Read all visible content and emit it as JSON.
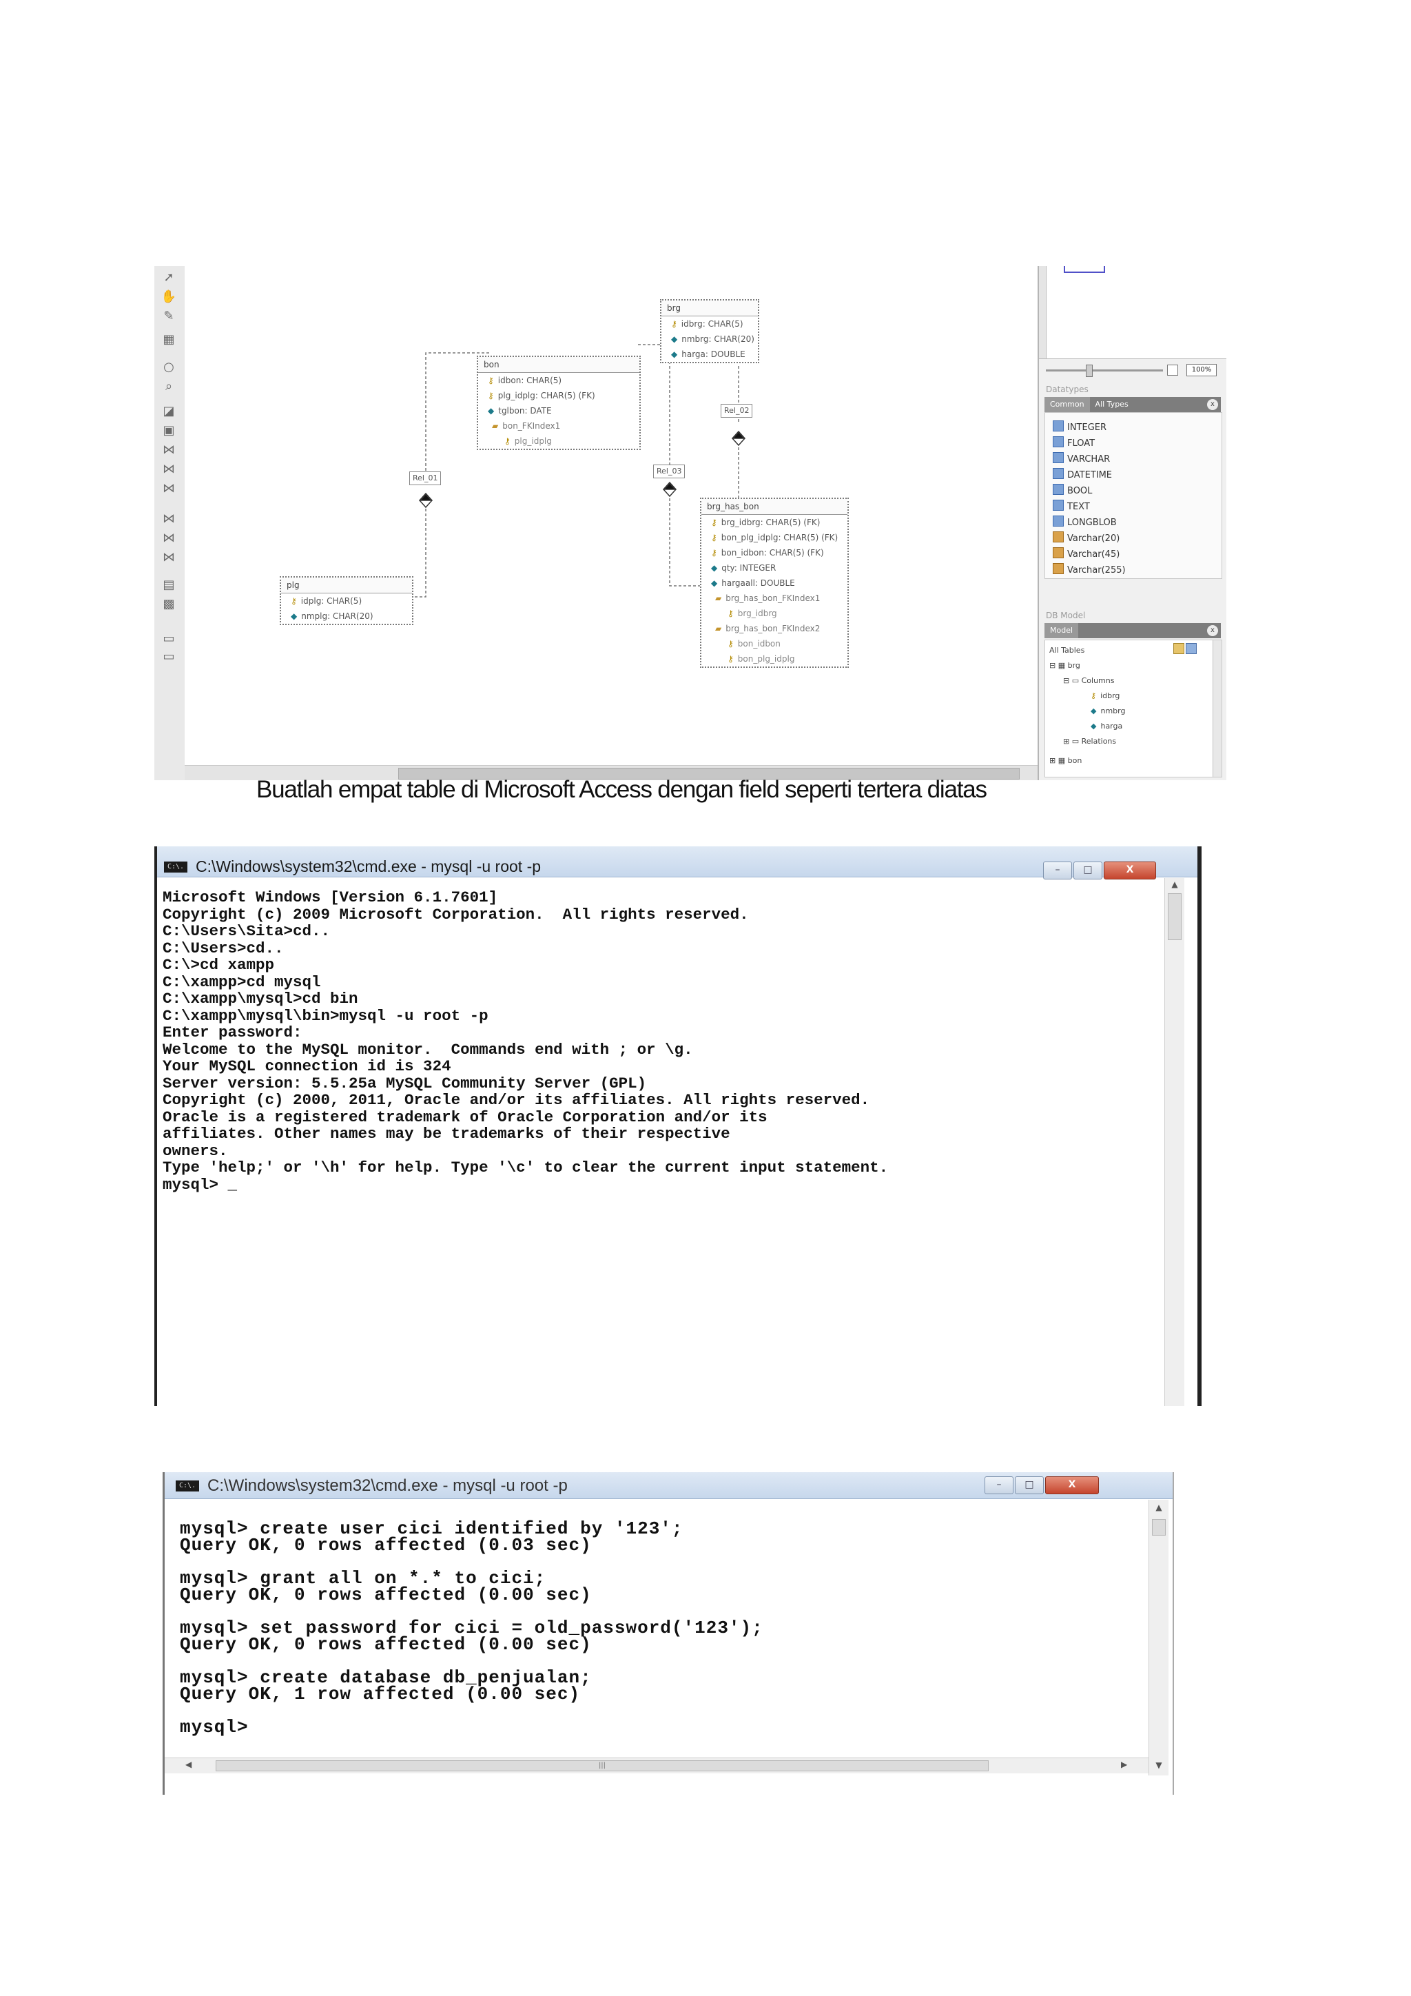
{
  "erd": {
    "entities": {
      "bon": {
        "name": "bon",
        "rows": [
          "idbon: CHAR(5)",
          "plg_idplg: CHAR(5) (FK)",
          "tglbon: DATE"
        ],
        "index": "bon_FKIndex1",
        "index_cols": [
          "plg_idplg"
        ]
      },
      "brg": {
        "name": "brg",
        "rows": [
          "idbrg: CHAR(5)",
          "nmbrg: CHAR(20)",
          "harga: DOUBLE"
        ]
      },
      "plg": {
        "name": "plg",
        "rows": [
          "idplg: CHAR(5)",
          "nmplg: CHAR(20)"
        ]
      },
      "brg_has_bon": {
        "name": "brg_has_bon",
        "rows": [
          "brg_idbrg: CHAR(5) (FK)",
          "bon_plg_idplg: CHAR(5) (FK)",
          "bon_idbon: CHAR(5) (FK)",
          "qty: INTEGER",
          "hargaall: DOUBLE"
        ],
        "index1": "brg_has_bon_FKIndex1",
        "index1_cols": [
          "brg_idbrg"
        ],
        "index2": "brg_has_bon_FKIndex2",
        "index2_cols": [
          "bon_idbon",
          "bon_plg_idplg"
        ]
      }
    },
    "relations": [
      "Rel_01",
      "Rel_02",
      "Rel_03"
    ],
    "panel": {
      "zoom": "100%",
      "datatypes_title": "Datatypes",
      "datatypes_tabs": [
        "Common",
        "All Types"
      ],
      "datatypes": [
        "INTEGER",
        "FLOAT",
        "VARCHAR",
        "DATETIME",
        "BOOL",
        "TEXT",
        "LONGBLOB",
        "Varchar(20)",
        "Varchar(45)",
        "Varchar(255)"
      ],
      "dbmodel_title": "DB Model",
      "dbmodel_tab": "Model",
      "all_tables": "All Tables",
      "tree": [
        "brg",
        "Columns",
        "idbrg",
        "nmbrg",
        "harga",
        "Relations",
        "bon"
      ]
    }
  },
  "caption": "Buatlah empat table di Microsoft Access dengan field seperti tertera diatas",
  "console1": {
    "title": "C:\\Windows\\system32\\cmd.exe - mysql  -u root -p",
    "icon_text": "C:\\.",
    "lines": [
      "Microsoft Windows [Version 6.1.7601]",
      "Copyright (c) 2009 Microsoft Corporation.  All rights reserved.",
      "",
      "C:\\Users\\Sita>cd..",
      "",
      "C:\\Users>cd..",
      "",
      "C:\\>cd xampp",
      "",
      "C:\\xampp>cd mysql",
      "",
      "C:\\xampp\\mysql>cd bin",
      "",
      "C:\\xampp\\mysql\\bin>mysql -u root -p",
      "Enter password:",
      "Welcome to the MySQL monitor.  Commands end with ; or \\g.",
      "Your MySQL connection id is 324",
      "Server version: 5.5.25a MySQL Community Server (GPL)",
      "",
      "Copyright (c) 2000, 2011, Oracle and/or its affiliates. All rights reserved.",
      "",
      "Oracle is a registered trademark of Oracle Corporation and/or its",
      "affiliates. Other names may be trademarks of their respective",
      "owners.",
      "",
      "Type 'help;' or '\\h' for help. Type '\\c' to clear the current input statement.",
      "",
      "mysql> _"
    ]
  },
  "console2": {
    "title": "C:\\Windows\\system32\\cmd.exe - mysql  -u root -p",
    "icon_text": "C:\\.",
    "lines": [
      "mysql> create user cici identified by '123';",
      "Query OK, 0 rows affected (0.03 sec)",
      "",
      "mysql> grant all on *.* to cici;",
      "Query OK, 0 rows affected (0.00 sec)",
      "",
      "mysql> set password for cici = old_password('123');",
      "Query OK, 0 rows affected (0.00 sec)",
      "",
      "mysql> create database db_penjualan;",
      "Query OK, 1 row affected (0.00 sec)",
      "",
      "mysql>"
    ]
  },
  "window_buttons": {
    "minimize": "–",
    "maximize": "□",
    "close": "X"
  }
}
